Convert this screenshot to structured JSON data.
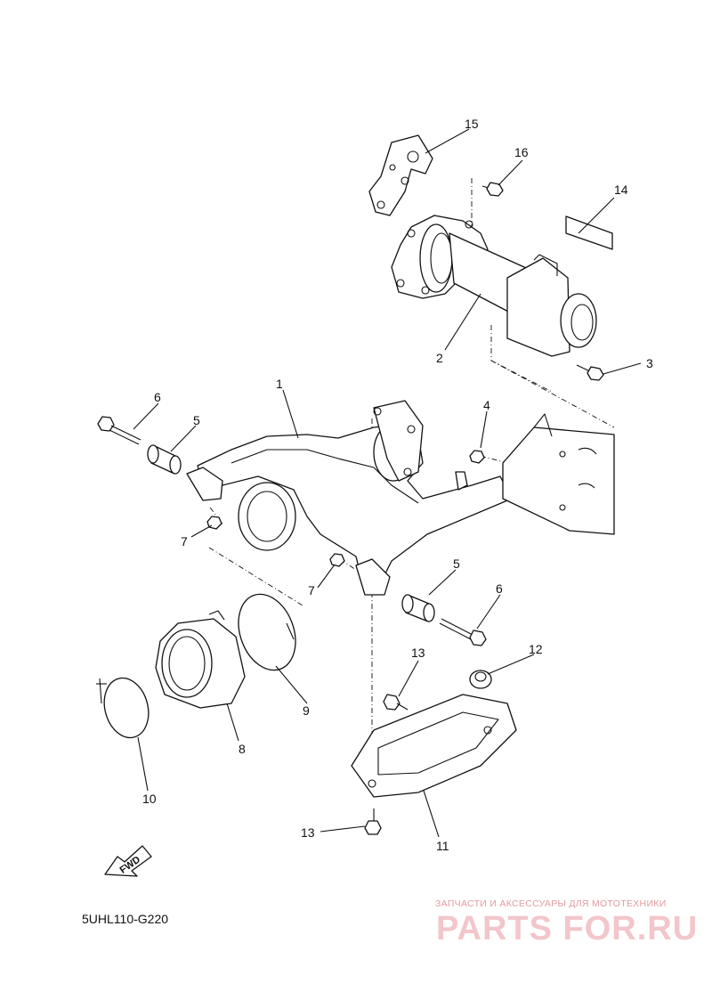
{
  "diagram": {
    "callouts": [
      {
        "id": "c1",
        "label": "1"
      },
      {
        "id": "c2",
        "label": "2"
      },
      {
        "id": "c3",
        "label": "3"
      },
      {
        "id": "c4",
        "label": "4"
      },
      {
        "id": "c5a",
        "label": "5"
      },
      {
        "id": "c5b",
        "label": "5"
      },
      {
        "id": "c6a",
        "label": "6"
      },
      {
        "id": "c6b",
        "label": "6"
      },
      {
        "id": "c7a",
        "label": "7"
      },
      {
        "id": "c7b",
        "label": "7"
      },
      {
        "id": "c8",
        "label": "8"
      },
      {
        "id": "c9",
        "label": "9"
      },
      {
        "id": "c10",
        "label": "10"
      },
      {
        "id": "c11",
        "label": "11"
      },
      {
        "id": "c12",
        "label": "12"
      },
      {
        "id": "c13a",
        "label": "13"
      },
      {
        "id": "c13b",
        "label": "13"
      },
      {
        "id": "c14",
        "label": "14"
      },
      {
        "id": "c15",
        "label": "15"
      },
      {
        "id": "c16",
        "label": "16"
      }
    ],
    "fwd_label": "FWD",
    "drawing_code": "5UHL110-G220"
  },
  "watermark": {
    "tagline": "ЗАПЧАСТИ И АКСЕССУАРЫ ДЛЯ МОТОТЕХНИКИ",
    "logo": "PARTS FOR.RU"
  }
}
